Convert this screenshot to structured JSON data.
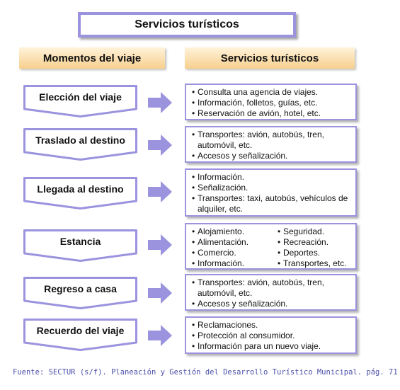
{
  "title": "Servicios turísticos",
  "headers": {
    "left": "Momentos del viaje",
    "right": "Servicios turísticos"
  },
  "colors": {
    "border": "#9b93de",
    "arrow": "#9b93de",
    "header_top": "#fff3da",
    "header_bottom": "#f6cf8d",
    "footer_text": "#4a50a8"
  },
  "stages": [
    {
      "label": "Elección del viaje",
      "services": [
        "Consulta una agencia de viajes.",
        "Información, folletos, guías, etc.",
        "Reservación de avión, hotel, etc."
      ]
    },
    {
      "label": "Traslado al destino",
      "services": [
        "Transportes: avión, autobús, tren, automóvil, etc.",
        "Accesos y señalización."
      ]
    },
    {
      "label": "Llegada al destino",
      "services": [
        "Información.",
        "Señalización.",
        "Transportes: taxi, autobús, vehículos de alquiler, etc."
      ]
    },
    {
      "label": "Estancia",
      "services_left": [
        "Alojamiento.",
        "Alimentación.",
        "Comercio.",
        "Información."
      ],
      "services_right": [
        "Seguridad.",
        "Recreación.",
        "Deportes.",
        "Transportes, etc."
      ]
    },
    {
      "label": "Regreso a casa",
      "services": [
        "Transportes: avión, autobús, tren, automóvil, etc.",
        "Accesos y señalización."
      ]
    },
    {
      "label": "Recuerdo del viaje",
      "services": [
        "Reclamaciones.",
        "Protección al consumidor.",
        "Información para un nuevo viaje."
      ]
    }
  ],
  "footer": "Fuente: SECTUR (s/f). Planeación y Gestión del Desarrollo Turístico Municipal. pág. 71"
}
